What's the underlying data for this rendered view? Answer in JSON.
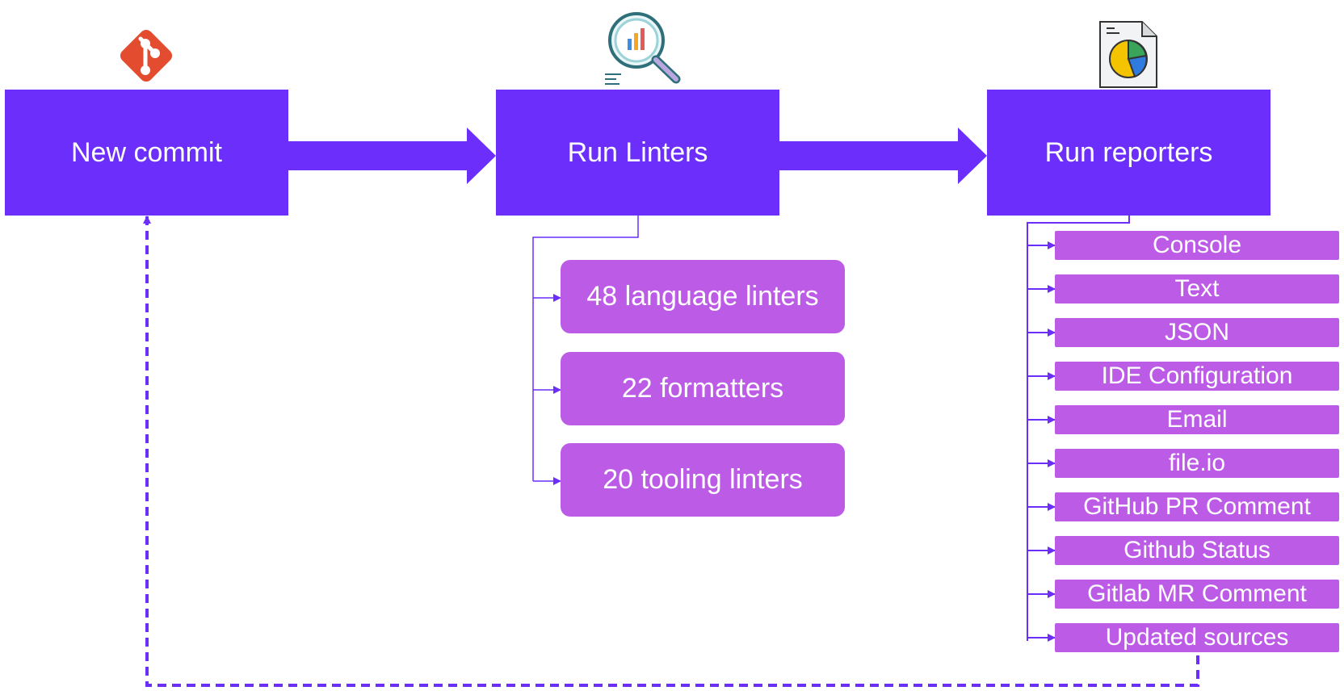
{
  "stages": {
    "commit": "New commit",
    "linters": "Run Linters",
    "reporters": "Run reporters"
  },
  "linter_items": [
    "48 language linters",
    "22 formatters",
    "20 tooling linters"
  ],
  "reporter_items": [
    "Console",
    "Text",
    "JSON",
    "IDE Configuration",
    "Email",
    "file.io",
    "GitHub PR Comment",
    "Github Status",
    "Gitlab MR Comment",
    "Updated sources"
  ],
  "icons": {
    "commit": "git-logo-icon",
    "linters": "magnifier-chart-icon",
    "reporters": "pie-chart-document-icon"
  },
  "colors": {
    "stage": "#6c2ffb",
    "item": "#bc5be6",
    "git": "#e44c30",
    "connector": "#6c2ffb"
  }
}
